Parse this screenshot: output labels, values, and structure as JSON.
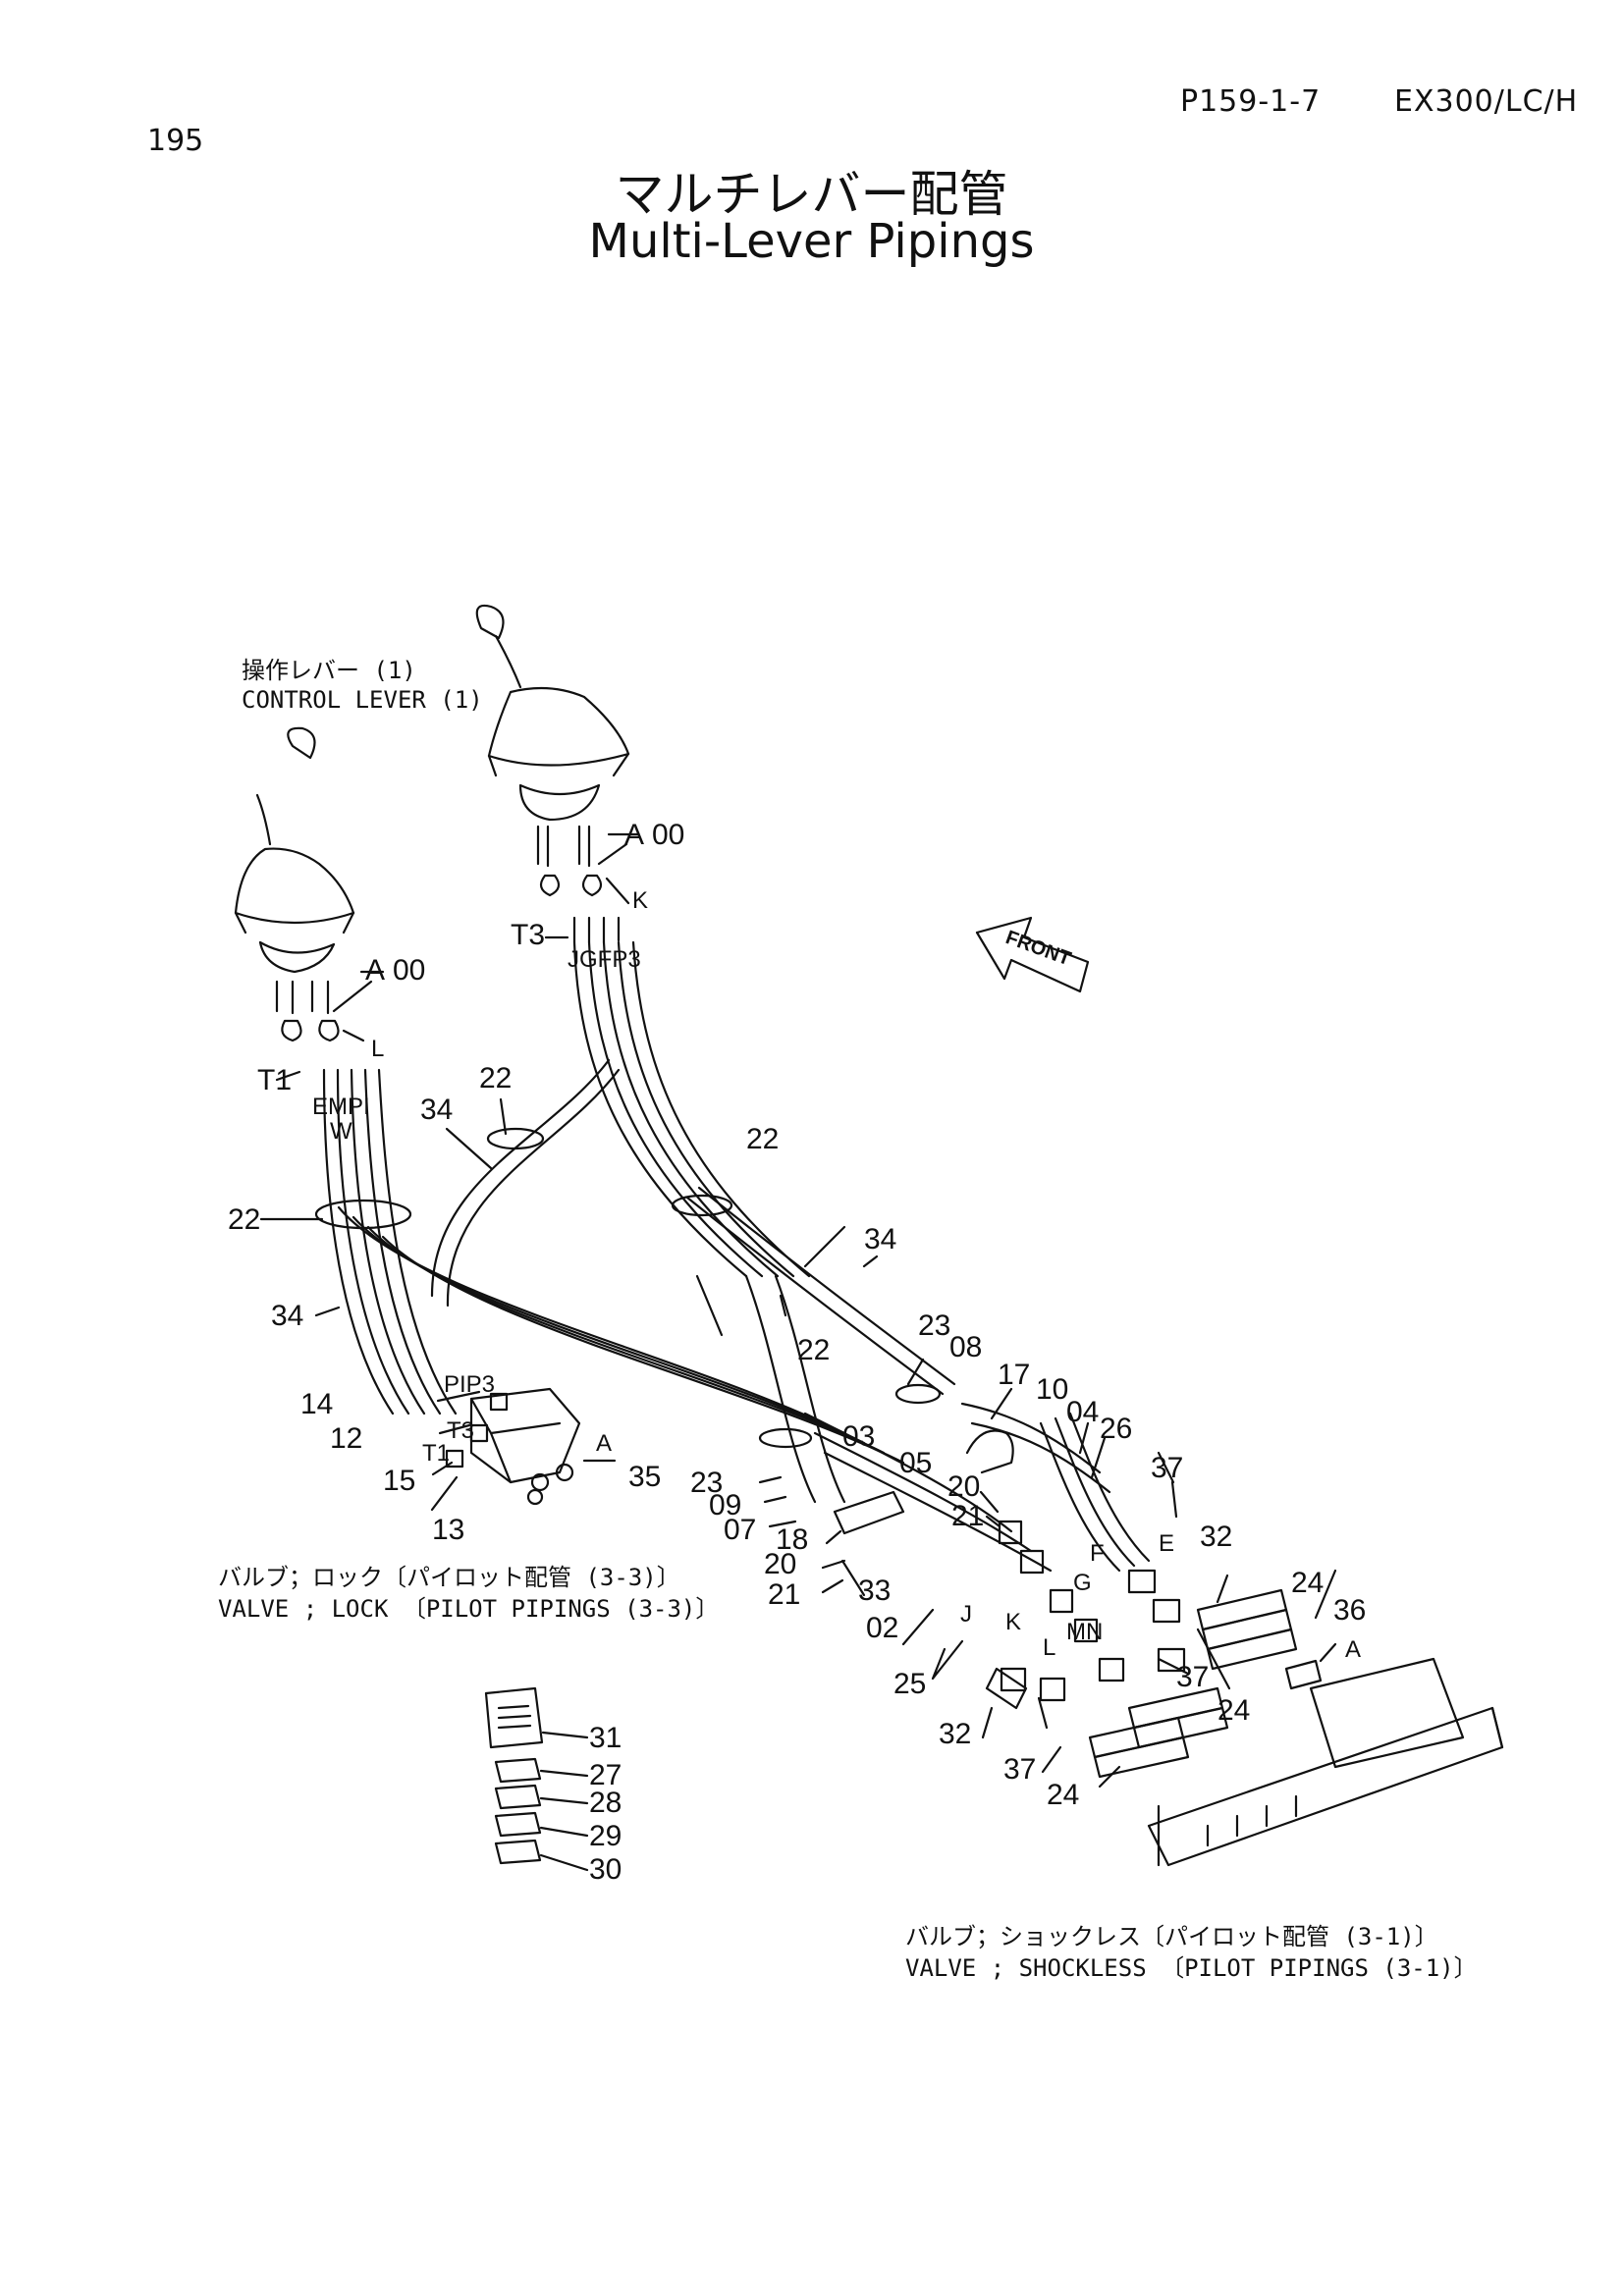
{
  "header": {
    "page_number": "195",
    "catalog_code": "P159-1-7",
    "model_code": "EX300/LC/H",
    "title_jp": "マルチレバー配管",
    "title_en": "Multi-Lever Pipings"
  },
  "captions": {
    "control_lever_jp": "操作レバー (1)",
    "control_lever_en": "CONTROL LEVER (1)",
    "lock_valve_jp": "バルブ；ロック〔パイロット配管 (3-3)〕",
    "lock_valve_en": "VALVE ; LOCK 〔PILOT PIPINGS (3-3)〕",
    "shockless_valve_jp": "バルブ；ショックレス〔パイロット配管 (3-1)〕",
    "shockless_valve_en": "VALVE ; SHOCKLESS 〔PILOT PIPINGS (3-1)〕"
  },
  "front_label": "FRONT",
  "callouts": [
    {
      "id": "a00-right",
      "text": "A"
    },
    {
      "id": "a00-right-num",
      "text": "00"
    },
    {
      "id": "k-right",
      "text": "K"
    },
    {
      "id": "t3-right",
      "text": "T3"
    },
    {
      "id": "jgfp3-right",
      "text": "JGFP3"
    },
    {
      "id": "a00-left",
      "text": "A"
    },
    {
      "id": "a00-left-num",
      "text": "00"
    },
    {
      "id": "l-left",
      "text": "L"
    },
    {
      "id": "t1-left",
      "text": "T1"
    },
    {
      "id": "empi-left",
      "text": "EMPI"
    },
    {
      "id": "w-left",
      "text": "W"
    },
    {
      "id": "c22-a",
      "text": "22"
    },
    {
      "id": "c34-a",
      "text": "34"
    },
    {
      "id": "c22-b",
      "text": "22"
    },
    {
      "id": "c22-c",
      "text": "22"
    },
    {
      "id": "c34-b",
      "text": "34"
    },
    {
      "id": "c34-c",
      "text": "34"
    },
    {
      "id": "c22-d",
      "text": "22"
    },
    {
      "id": "c23-a",
      "text": "23"
    },
    {
      "id": "c08",
      "text": "08"
    },
    {
      "id": "c17",
      "text": "17"
    },
    {
      "id": "c10",
      "text": "10"
    },
    {
      "id": "c04",
      "text": "04"
    },
    {
      "id": "c26",
      "text": "26"
    },
    {
      "id": "c37-a",
      "text": "37"
    },
    {
      "id": "c14",
      "text": "14"
    },
    {
      "id": "p1p3",
      "text": "PIP3"
    },
    {
      "id": "c12",
      "text": "12"
    },
    {
      "id": "t3-lock",
      "text": "T3"
    },
    {
      "id": "t1-lock",
      "text": "T1"
    },
    {
      "id": "a-lock",
      "text": "A"
    },
    {
      "id": "c15",
      "text": "15"
    },
    {
      "id": "c35",
      "text": "35"
    },
    {
      "id": "c13",
      "text": "13"
    },
    {
      "id": "c03",
      "text": "03"
    },
    {
      "id": "c05",
      "text": "05"
    },
    {
      "id": "c23-b",
      "text": "23"
    },
    {
      "id": "c09",
      "text": "09"
    },
    {
      "id": "c07",
      "text": "07"
    },
    {
      "id": "c20-a",
      "text": "20"
    },
    {
      "id": "c21-a",
      "text": "21"
    },
    {
      "id": "c18",
      "text": "18"
    },
    {
      "id": "c20-b",
      "text": "20"
    },
    {
      "id": "c21-b",
      "text": "21"
    },
    {
      "id": "c33",
      "text": "33"
    },
    {
      "id": "f-lbl",
      "text": "F"
    },
    {
      "id": "e-lbl",
      "text": "E"
    },
    {
      "id": "c32-a",
      "text": "32"
    },
    {
      "id": "g-lbl",
      "text": "G"
    },
    {
      "id": "c24-a",
      "text": "24"
    },
    {
      "id": "c36",
      "text": "36"
    },
    {
      "id": "a-right",
      "text": "A"
    },
    {
      "id": "c02",
      "text": "02"
    },
    {
      "id": "j-lbl",
      "text": "J"
    },
    {
      "id": "k-lbl",
      "text": "K"
    },
    {
      "id": "l-lbl",
      "text": "L"
    },
    {
      "id": "mn-lbl",
      "text": "MN"
    },
    {
      "id": "c37-b",
      "text": "37"
    },
    {
      "id": "c24-b",
      "text": "24"
    },
    {
      "id": "c25",
      "text": "25"
    },
    {
      "id": "c32-b",
      "text": "32"
    },
    {
      "id": "c37-c",
      "text": "37"
    },
    {
      "id": "c24-c",
      "text": "24"
    },
    {
      "id": "c31",
      "text": "31"
    },
    {
      "id": "c27",
      "text": "27"
    },
    {
      "id": "c28",
      "text": "28"
    },
    {
      "id": "c29",
      "text": "29"
    },
    {
      "id": "c30",
      "text": "30"
    }
  ]
}
